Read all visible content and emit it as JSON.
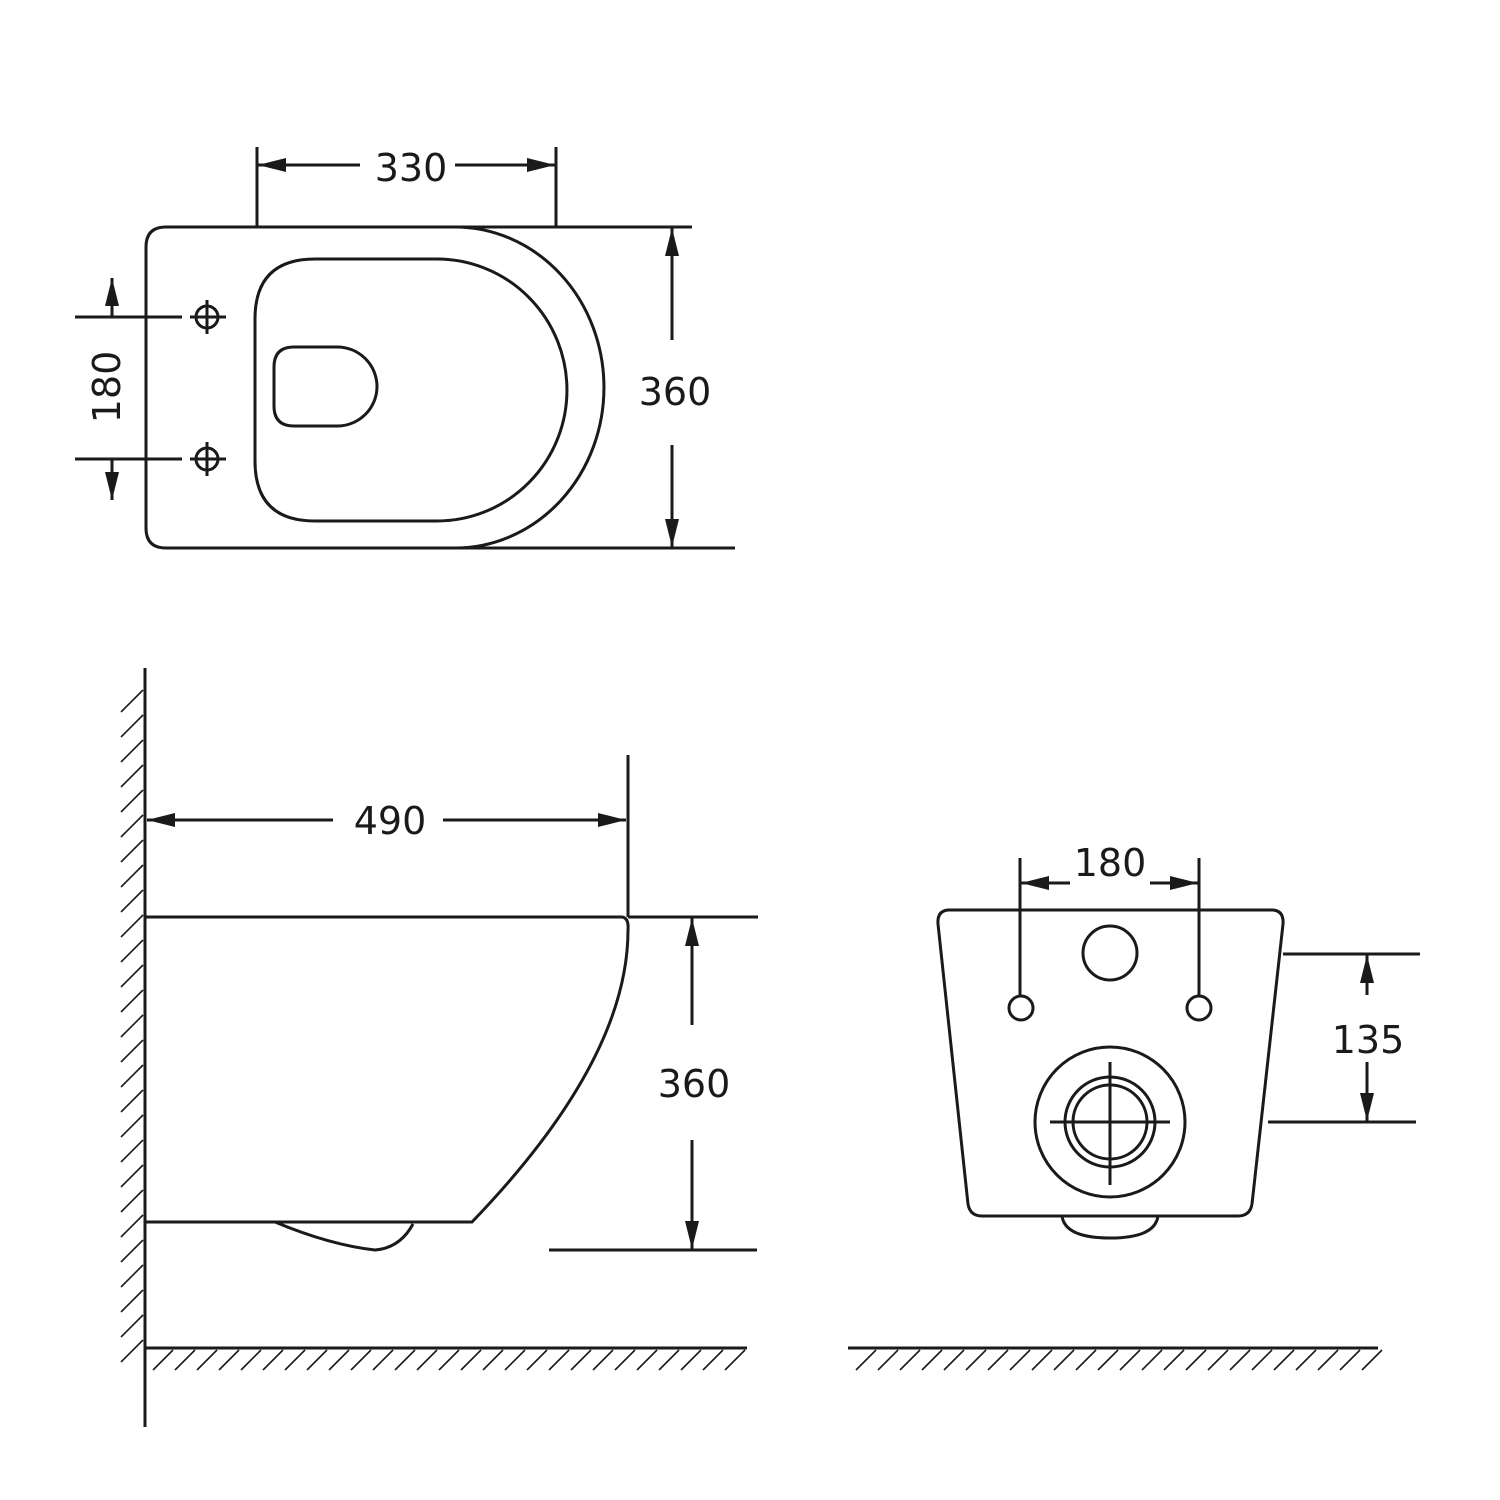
{
  "top_view": {
    "width_label": "330",
    "depth_label": "360",
    "hole_spacing_label": "180"
  },
  "side_view": {
    "length_label": "490",
    "height_label": "360"
  },
  "front_view": {
    "hole_spacing_label": "180",
    "height_label": "135"
  },
  "colors": {
    "line": "#1a1a1a",
    "background": "#ffffff"
  }
}
